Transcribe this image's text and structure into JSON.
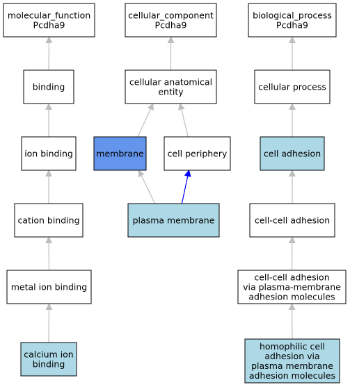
{
  "colors": {
    "default_fill": "#ffffff",
    "query_fill": "#6495ed",
    "highlight_fill": "#add8e6",
    "default_edge": "#bebebe",
    "highlight_edge": "#0000ff"
  },
  "nodes": [
    {
      "id": "mf_root",
      "lines": [
        "molecular_function",
        "Pcdha9"
      ],
      "fill": "default"
    },
    {
      "id": "binding",
      "lines": [
        "binding"
      ],
      "fill": "default"
    },
    {
      "id": "ion_binding",
      "lines": [
        "ion binding"
      ],
      "fill": "default"
    },
    {
      "id": "cation_binding",
      "lines": [
        "cation binding"
      ],
      "fill": "default"
    },
    {
      "id": "metal_ion_binding",
      "lines": [
        "metal ion binding"
      ],
      "fill": "default"
    },
    {
      "id": "calcium_ion_binding",
      "lines": [
        "calcium ion",
        "binding"
      ],
      "fill": "highlight"
    },
    {
      "id": "cc_root",
      "lines": [
        "cellular_component",
        "Pcdha9"
      ],
      "fill": "default"
    },
    {
      "id": "cellular_anatomical_entity",
      "lines": [
        "cellular anatomical",
        "entity"
      ],
      "fill": "default"
    },
    {
      "id": "membrane",
      "lines": [
        "membrane"
      ],
      "fill": "query"
    },
    {
      "id": "cell_periphery",
      "lines": [
        "cell periphery"
      ],
      "fill": "default"
    },
    {
      "id": "plasma_membrane",
      "lines": [
        "plasma membrane"
      ],
      "fill": "highlight"
    },
    {
      "id": "bp_root",
      "lines": [
        "biological_process",
        "Pcdha9"
      ],
      "fill": "default"
    },
    {
      "id": "cellular_process",
      "lines": [
        "cellular process"
      ],
      "fill": "default"
    },
    {
      "id": "cell_adhesion",
      "lines": [
        "cell adhesion"
      ],
      "fill": "highlight"
    },
    {
      "id": "cell_cell_adhesion",
      "lines": [
        "cell-cell adhesion"
      ],
      "fill": "default"
    },
    {
      "id": "cell_cell_adhesion_pm",
      "lines": [
        "cell-cell adhesion",
        "via plasma-membrane",
        "adhesion molecules"
      ],
      "fill": "default"
    },
    {
      "id": "homophilic_cell_adhesion",
      "lines": [
        "homophilic cell",
        "adhesion via",
        "plasma membrane",
        "adhesion molecules"
      ],
      "fill": "highlight"
    }
  ],
  "edges": [
    {
      "from": "binding",
      "to": "mf_root",
      "style": "default"
    },
    {
      "from": "ion_binding",
      "to": "binding",
      "style": "default"
    },
    {
      "from": "cation_binding",
      "to": "ion_binding",
      "style": "default"
    },
    {
      "from": "metal_ion_binding",
      "to": "cation_binding",
      "style": "default"
    },
    {
      "from": "calcium_ion_binding",
      "to": "metal_ion_binding",
      "style": "default"
    },
    {
      "from": "cellular_anatomical_entity",
      "to": "cc_root",
      "style": "default"
    },
    {
      "from": "membrane",
      "to": "cellular_anatomical_entity",
      "style": "default"
    },
    {
      "from": "cell_periphery",
      "to": "cellular_anatomical_entity",
      "style": "default"
    },
    {
      "from": "plasma_membrane",
      "to": "membrane",
      "style": "default"
    },
    {
      "from": "plasma_membrane",
      "to": "cell_periphery",
      "style": "highlight"
    },
    {
      "from": "cellular_process",
      "to": "bp_root",
      "style": "default"
    },
    {
      "from": "cell_adhesion",
      "to": "cellular_process",
      "style": "default"
    },
    {
      "from": "cell_cell_adhesion",
      "to": "cell_adhesion",
      "style": "default"
    },
    {
      "from": "cell_cell_adhesion_pm",
      "to": "cell_cell_adhesion",
      "style": "default"
    },
    {
      "from": "homophilic_cell_adhesion",
      "to": "cell_cell_adhesion_pm",
      "style": "default"
    }
  ]
}
